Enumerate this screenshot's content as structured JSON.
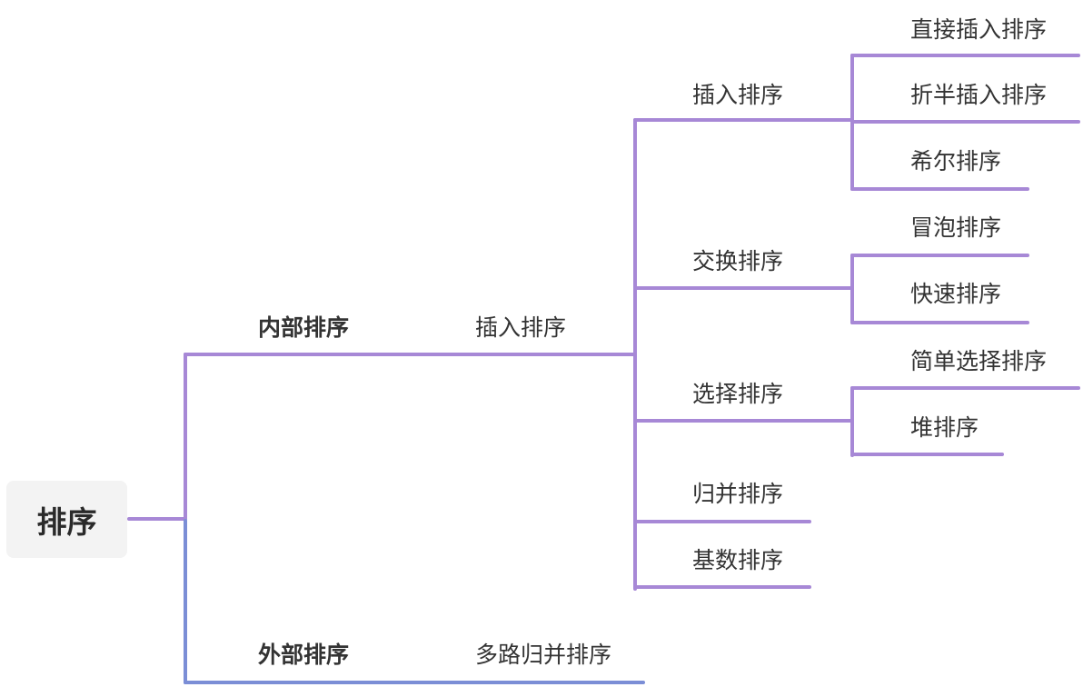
{
  "root": {
    "label": "排序"
  },
  "branches": [
    {
      "label": "内部排序",
      "color": "#a788d6",
      "child": {
        "label": "插入排序",
        "children": [
          {
            "label": "插入排序",
            "children": [
              "直接插入排序",
              "折半插入排序",
              "希尔排序"
            ]
          },
          {
            "label": "交换排序",
            "children": [
              "冒泡排序",
              "快速排序"
            ]
          },
          {
            "label": "选择排序",
            "children": [
              "简单选择排序",
              "堆排序"
            ]
          },
          {
            "label": "归并排序",
            "children": []
          },
          {
            "label": "基数排序",
            "children": []
          }
        ]
      }
    },
    {
      "label": "外部排序",
      "color": "#7b8ed6",
      "child": {
        "label": "多路归并排序",
        "children": []
      }
    }
  ]
}
